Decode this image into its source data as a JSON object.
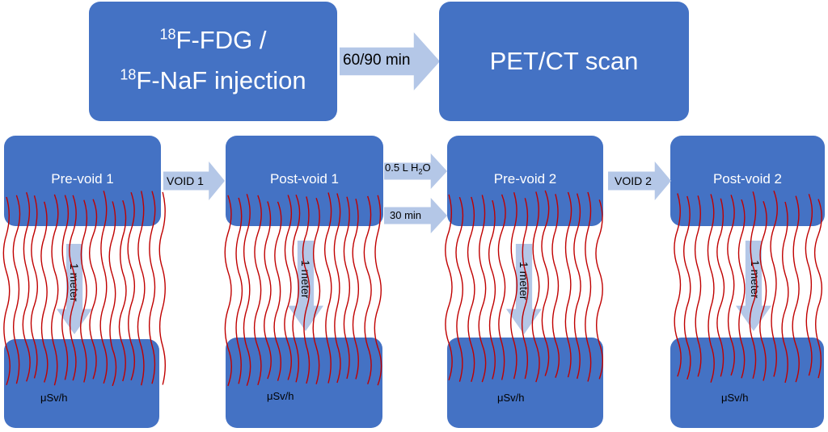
{
  "top": {
    "inject_sup1": "18",
    "inject_line1": "F-FDG /",
    "inject_sup2": "18",
    "inject_line2": "F-NaF injection",
    "delay_label": "60/90 min",
    "scan_label": "PET/CT scan"
  },
  "stages": [
    {
      "title": "Pre-void 1",
      "distance": "1 meter",
      "unit": "μSv/h"
    },
    {
      "title": "Post-void 1",
      "distance": "1 meter",
      "unit": "μSv/h"
    },
    {
      "title": "Pre-void 2",
      "distance": "1 meter",
      "unit": "μSv/h"
    },
    {
      "title": "Post-void 2",
      "distance": "1 meter",
      "unit": "μSv/h"
    }
  ],
  "transitions": {
    "void1": "VOID 1",
    "water_prefix": "0.5 L H",
    "water_sub": "2",
    "water_suffix": "O",
    "wait": "30 min",
    "void2": "VOID 2"
  },
  "colors": {
    "box": "#4472c4",
    "arrow": "#b4c7e7",
    "radiation": "#c00000"
  }
}
